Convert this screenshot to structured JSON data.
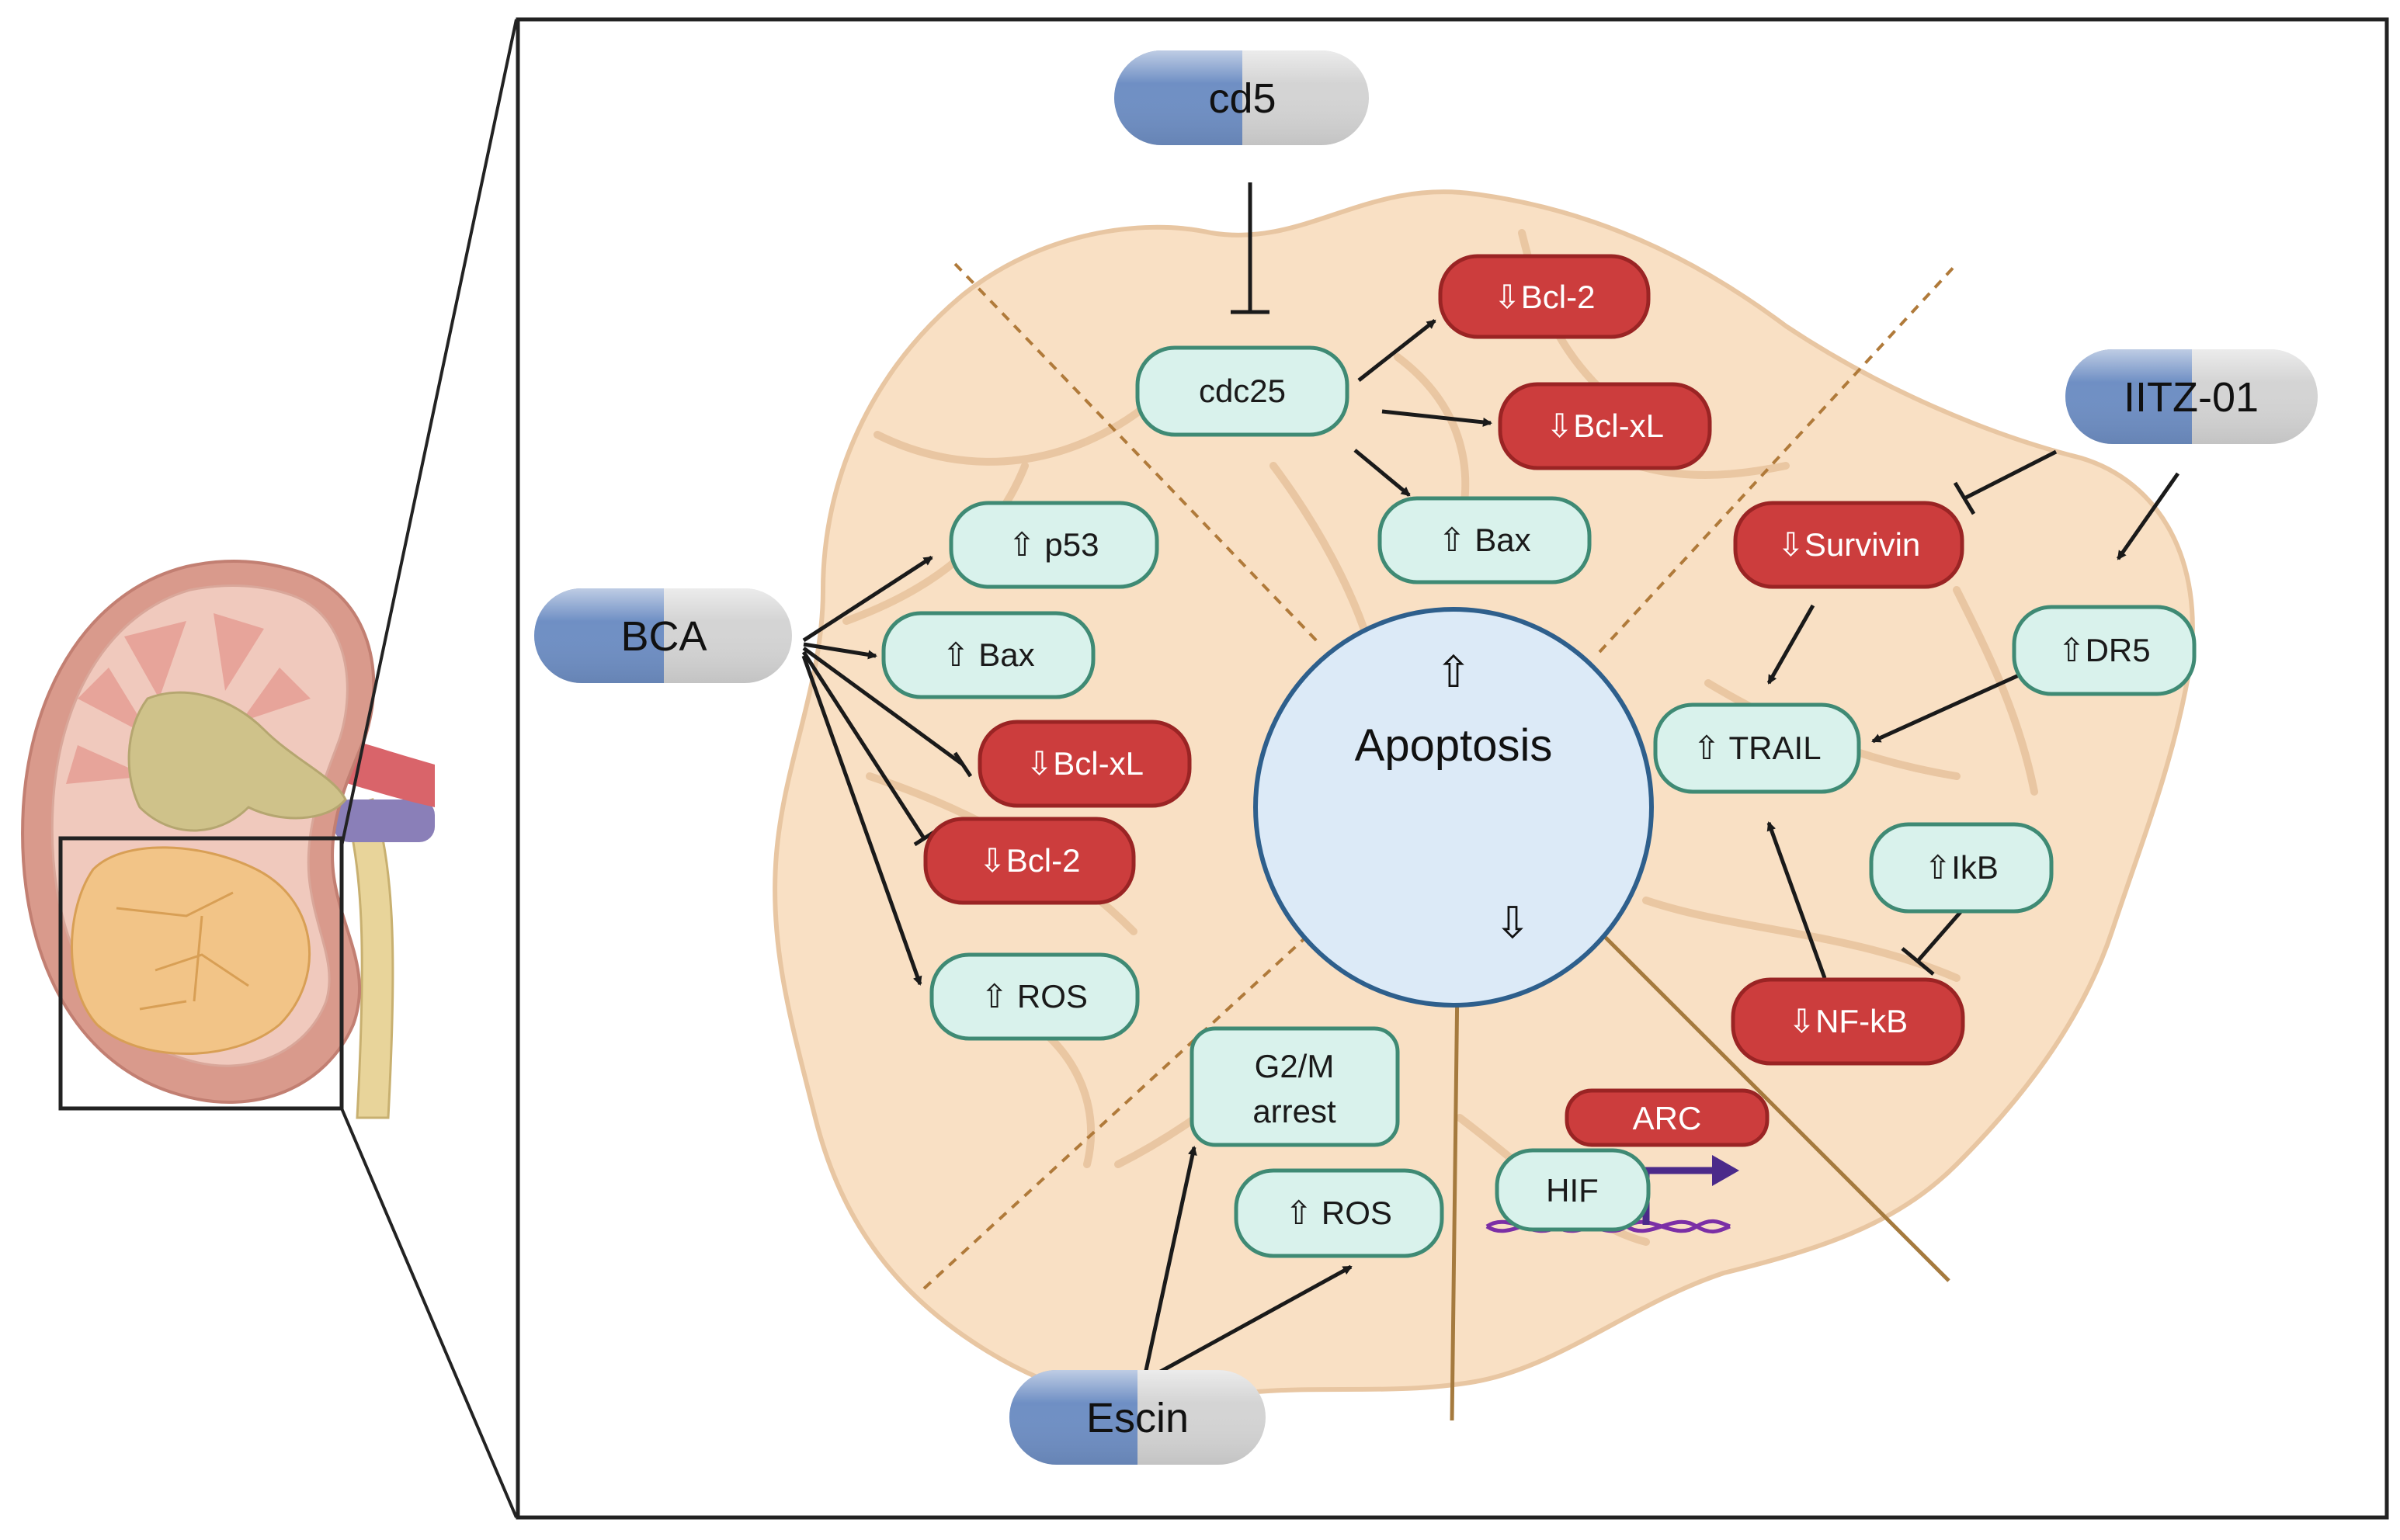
{
  "drugs": {
    "cd5": "cd5",
    "iitz": "IITZ-01",
    "bca": "BCA",
    "escin": "Escin"
  },
  "center": {
    "up_arrow": "⇧",
    "label": "Apoptosis",
    "down_arrow": "⇩"
  },
  "nodes": {
    "cdc25": "cdc25",
    "top_bcl2": "⇩Bcl-2",
    "top_bclxl": "⇩Bcl-xL",
    "top_bax": "⇧ Bax",
    "p53": "⇧ p53",
    "left_bax": "⇧ Bax",
    "left_bclxl": "⇩Bcl-xL",
    "left_bcl2": "⇩Bcl-2",
    "left_ros": "⇧ ROS",
    "survivin": "⇩Survivin",
    "dr5": "⇧DR5",
    "trail": "⇧ TRAIL",
    "ikb": "⇧IkB",
    "nfkb": "⇩NF-kB",
    "g2m_line1": "G2/M",
    "g2m_line2": "arrest",
    "bottom_ros": "⇧ ROS",
    "arc": "ARC",
    "hif": "HIF"
  },
  "colors": {
    "cell_fill": "#f9e0c4",
    "cell_stroke": "#e8c6a2",
    "teal_fill": "#d9f2ec",
    "teal_stroke": "#3f8a74",
    "red_fill": "#cc3d3d",
    "red_stroke": "#9a2424",
    "circle_fill": "#dceaf7",
    "circle_stroke": "#2e5f8c",
    "pill_blue": "#6f8fc4",
    "pill_grey": "#d4d4d4",
    "dash_line": "#b07a3a",
    "dna": "#7b2fa6"
  }
}
